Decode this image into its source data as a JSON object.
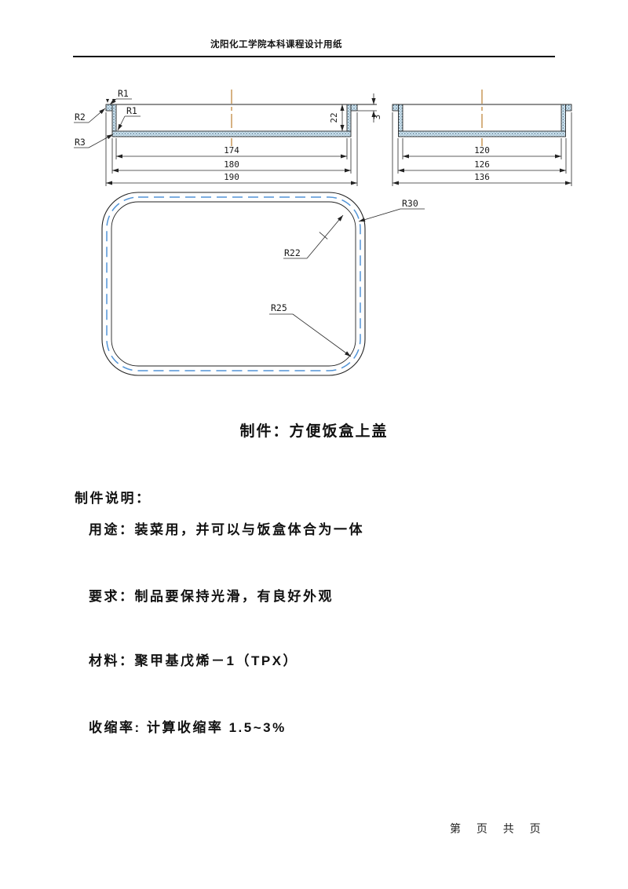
{
  "header": {
    "title": "沈阳化工学院本科课程设计用纸"
  },
  "drawing": {
    "front_view": {
      "dim_inner": "174",
      "dim_outer": "180",
      "dim_overall": "190",
      "dim_depth": "22",
      "dim_lip": "3",
      "r_top": "R1",
      "r_outer_edge": "R2",
      "r_inner": "R1",
      "r_bottom": "R3"
    },
    "side_view": {
      "dim_inner": "120",
      "dim_outer": "126",
      "dim_overall": "136"
    },
    "top_view": {
      "r_outer_corner": "R30",
      "r_mid": "R22",
      "r_inner_corner": "R25"
    },
    "colors": {
      "hatch_fill": "#cfe4f0",
      "hatch_dot": "#4c7087",
      "centerline": "#c1893f",
      "phantom_line": "#5294d6",
      "outline": "#222222"
    }
  },
  "caption": "制件：方便饭盒上盖",
  "notes": {
    "heading": "制件说明：",
    "usage": "用途：装菜用，并可以与饭盒体合为一体",
    "requirement": "要求：制品要保持光滑，有良好外观",
    "material": "材料：聚甲基戊烯－1（TPX）",
    "shrinkage": "收缩率: 计算收缩率 1.5~3%"
  },
  "footer": {
    "page_label": "第 页 共 页"
  }
}
